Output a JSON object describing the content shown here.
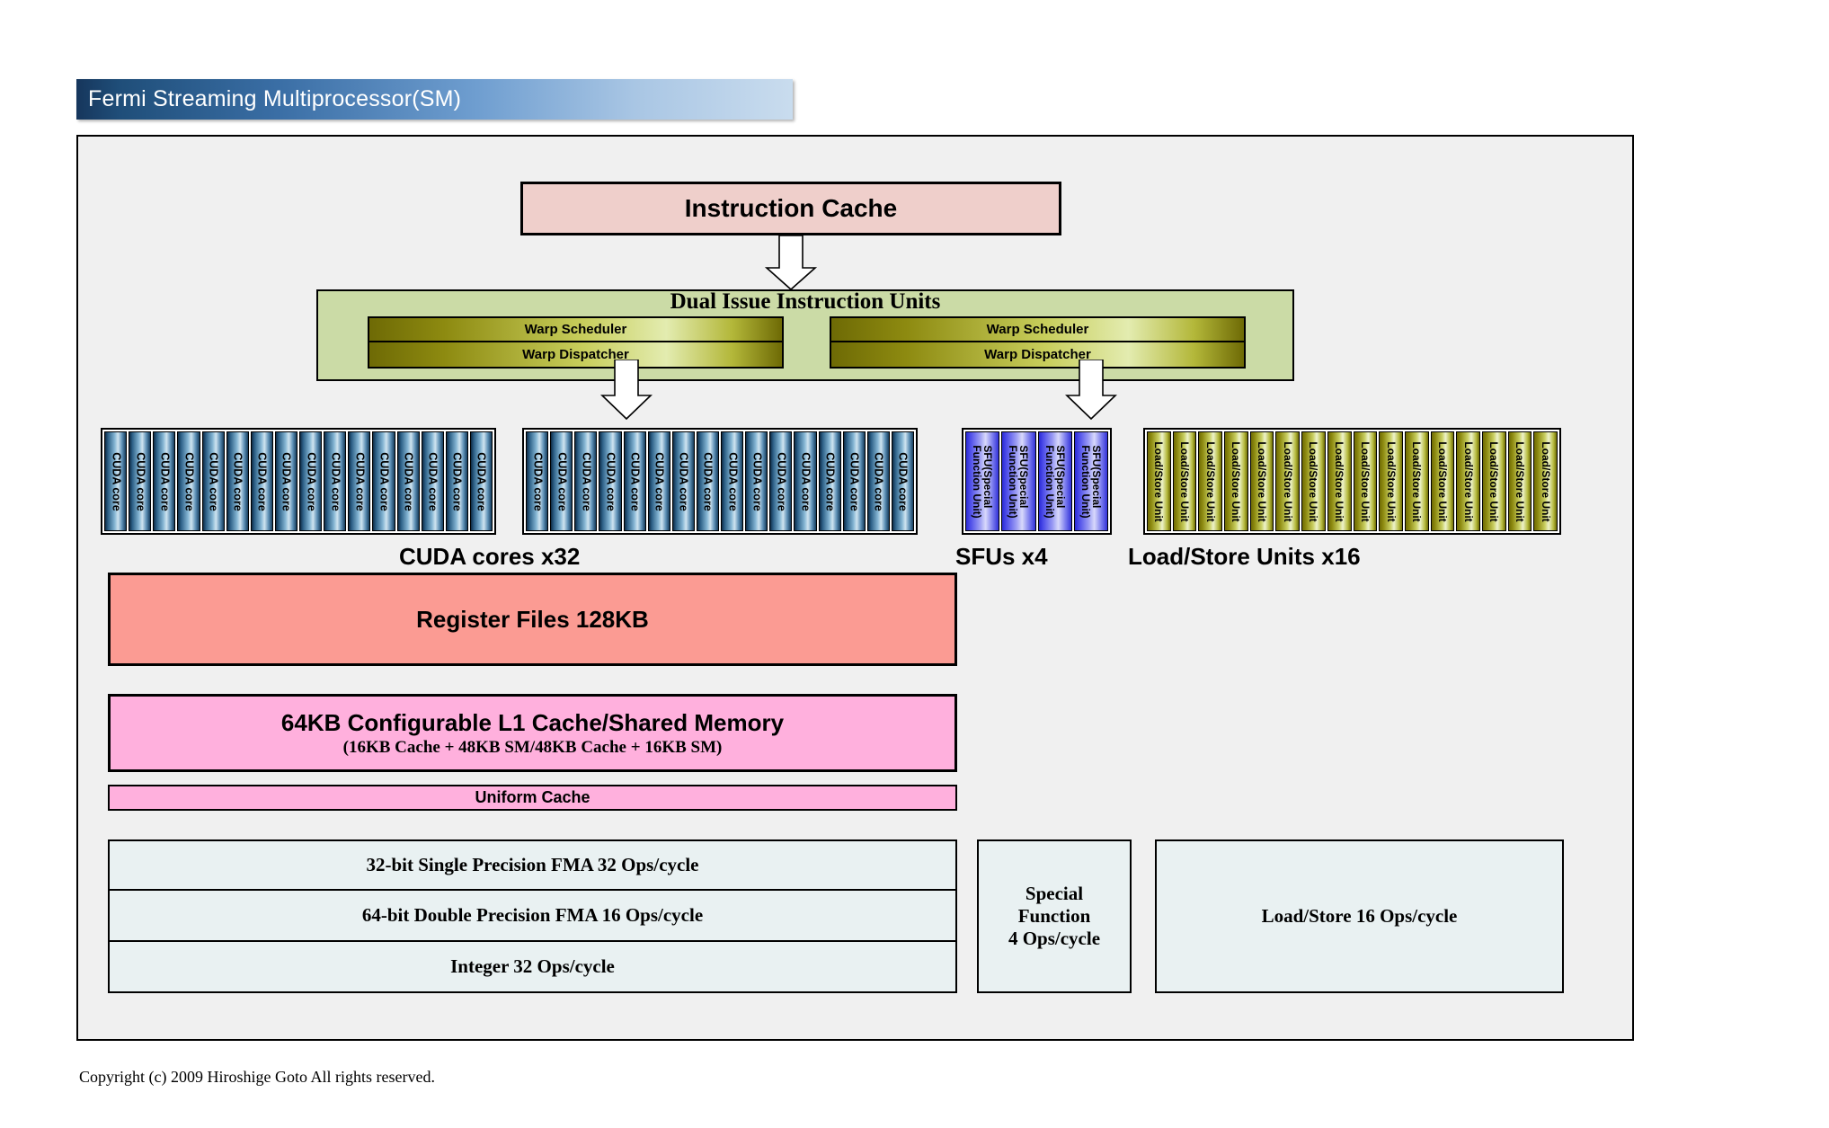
{
  "title": "Fermi Streaming Multiprocessor(SM)",
  "instruction_cache": {
    "label": "Instruction Cache"
  },
  "dual_issue": {
    "title": "Dual Issue Instruction Units",
    "schedulers": [
      {
        "scheduler": "Warp Scheduler",
        "dispatcher": "Warp Dispatcher"
      },
      {
        "scheduler": "Warp Scheduler",
        "dispatcher": "Warp Dispatcher"
      }
    ]
  },
  "execution_units": {
    "cuda": {
      "unit_label": "CUDA core",
      "group_count": 2,
      "per_group": 16,
      "total": 32,
      "caption": "CUDA cores x32"
    },
    "sfu": {
      "unit_label_line1": "SFU(Special",
      "unit_label_line2": "Function Unit)",
      "count": 4,
      "caption": "SFUs x4"
    },
    "load_store": {
      "unit_label": "Load/Store Unit",
      "count": 16,
      "caption": "Load/Store Units x16"
    }
  },
  "register_files": {
    "label": "Register Files 128KB"
  },
  "l1_cache": {
    "main": "64KB Configurable L1 Cache/Shared Memory",
    "sub": "(16KB Cache + 48KB SM/48KB Cache + 16KB SM)"
  },
  "uniform_cache": {
    "label": "Uniform Cache"
  },
  "throughput": {
    "single_precision": "32-bit Single Precision FMA 32 Ops/cycle",
    "double_precision": "64-bit Double Precision FMA 16 Ops/cycle",
    "integer": "Integer 32 Ops/cycle",
    "special_function": "Special\nFunction\n4 Ops/cycle",
    "special_function_lines": [
      "Special",
      "Function",
      "4 Ops/cycle"
    ],
    "load_store": "Load/Store 16 Ops/cycle"
  },
  "copyright": "Copyright (c) 2009 Hiroshige Goto All rights reserved.",
  "colors": {
    "title_bar_dark": "#16365c",
    "title_bar_light": "#c9dcee",
    "panel_bg": "#f0f0f0",
    "instruction_cache": "#efcfcb",
    "dual_issue": "#cbdba6",
    "scheduler_gradient_dark": "#6e6a05",
    "scheduler_gradient_light": "#e3ecb0",
    "cuda_core": "#84b5d3",
    "sfu": "#9a9bf4",
    "load_store": "#c9cf62",
    "register_files": "#fb9b93",
    "l1_cache": "#ffb0dd",
    "ops_box": "#e9f1f2"
  }
}
